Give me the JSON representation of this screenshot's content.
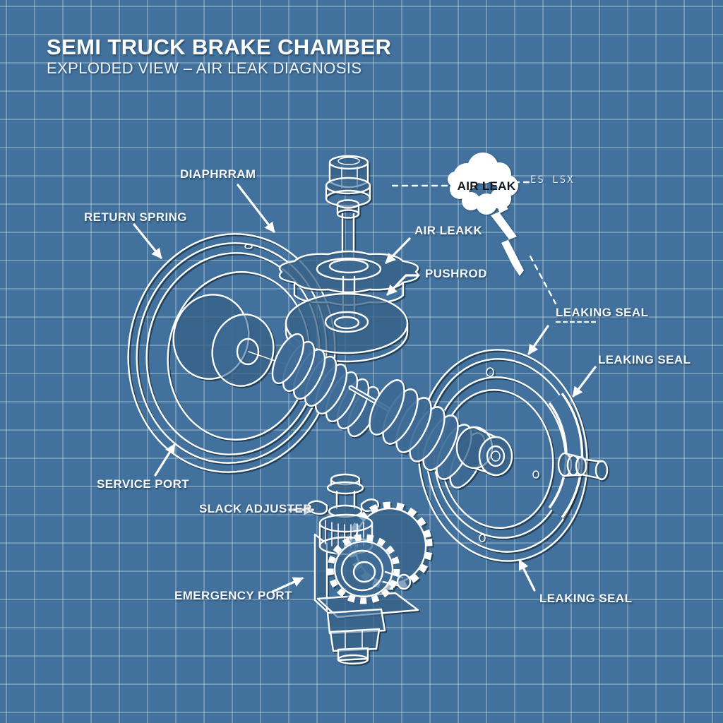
{
  "header": {
    "title": "SEMI TRUCK BRAKE CHAMBER",
    "subtitle": "EXPLODED VIEW – AIR LEAK DIAGNOSIS"
  },
  "callout": {
    "cloud_text": "AIR LEAK",
    "scribble_text": "ES LSX"
  },
  "labels": {
    "diaphragm": "DIAPHRRAM",
    "return_spring": "RETURN SPRING",
    "air_leak": "AIR LEAKK",
    "pushrod": "PUSHROD",
    "leaking_seal_top": "LEAKING SEAL",
    "leaking_seal_right": "LEAKING SEAL",
    "leaking_seal_bottom": "LEAKING SEAL",
    "service_port": "SERVICE PORT",
    "slack_adjuster": "SLACK ADJUSTER",
    "emergency_port": "EMERGENCY PORT"
  },
  "colors": {
    "background": "#41719C",
    "grid_line": "#7FA6C6",
    "line_art": "#FFFFFF",
    "ink_shadow": "#16222E",
    "cloud_fill": "#FFFFFF",
    "cloud_text": "#14181D"
  }
}
